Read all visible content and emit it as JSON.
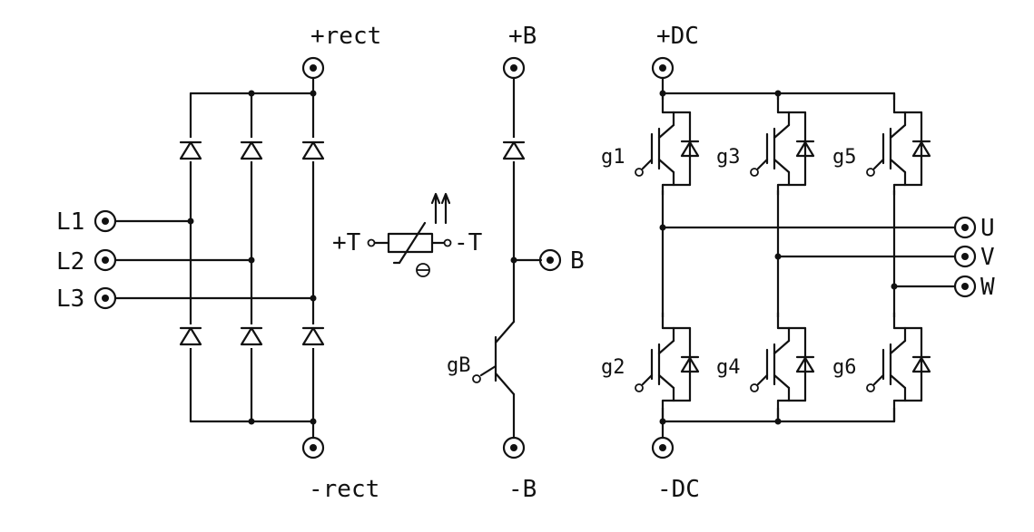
{
  "labels": {
    "rect_pos": "+rect",
    "rect_neg": "-rect",
    "b_pos": "+B",
    "b_neg": "-B",
    "b_out": "B",
    "gb": "gB",
    "t_pos": "+T",
    "t_neg": "-T",
    "dc_pos": "+DC",
    "dc_neg": "-DC",
    "l1": "L1",
    "l2": "L2",
    "l3": "L3",
    "u": "U",
    "v": "V",
    "w": "W",
    "g1": "g1",
    "g2": "g2",
    "g3": "g3",
    "g4": "g4",
    "g5": "g5",
    "g6": "g6"
  },
  "icons": {
    "terminal": "terminal-icon",
    "diode": "diode-icon",
    "igbt": "igbt-icon",
    "bjt": "transistor-icon",
    "thermistor": "ntc-thermistor-icon"
  }
}
